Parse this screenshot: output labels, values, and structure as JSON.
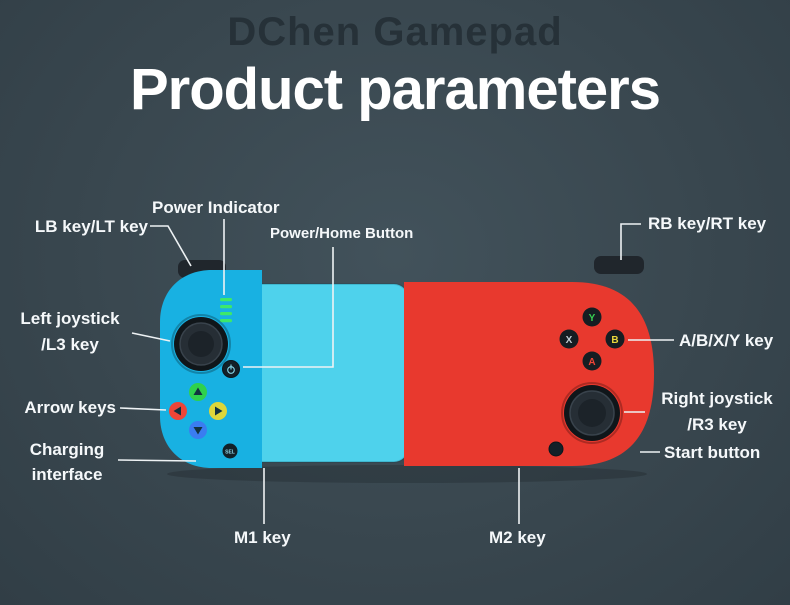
{
  "watermark": "DChen Gamepad",
  "title": "Product parameters",
  "labels": {
    "power_indicator": "Power Indicator",
    "lb_lt": "LB key/LT key",
    "power_home": "Power/Home Button",
    "rb_rt": "RB key/RT key",
    "left_joystick_line1": "Left joystick",
    "left_joystick_line2": "/L3 key",
    "abxy": "A/B/X/Y key",
    "arrow_keys": "Arrow keys",
    "right_joystick_line1": "Right joystick",
    "right_joystick_line2": "/R3 key",
    "charging_line1": "Charging",
    "charging_line2": "interface",
    "start_button": "Start button",
    "m1": "M1 key",
    "m2": "M2 key"
  },
  "gamepad": {
    "sel_label": "SEL",
    "button_y": "Y",
    "button_x": "X",
    "button_b": "B",
    "button_a": "A"
  },
  "colors": {
    "background": "#39474f",
    "left_body": "#18b1e2",
    "middle_plate": "#4ed2ec",
    "right_body": "#e8392e",
    "indicator_green": "#3ee86a",
    "callout_line": "#eef2f4",
    "dpad_up": "#2fd14c",
    "dpad_left": "#ef4537",
    "dpad_right": "#ddd63a",
    "dpad_down": "#3a7df0",
    "letter_y": "#37d052",
    "letter_x": "#c3cdd3",
    "letter_b": "#ead83b",
    "letter_a": "#ef4537"
  }
}
